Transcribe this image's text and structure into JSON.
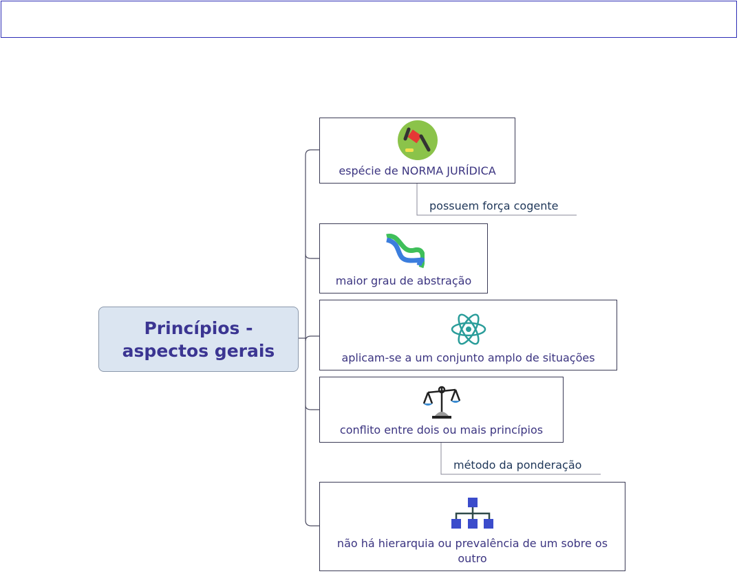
{
  "central": {
    "line1": "Princípios -",
    "line2": "aspectos gerais"
  },
  "nodes": [
    {
      "label": "espécie de NORMA JURÍDICA",
      "icon": "gavel-icon",
      "sub": "possuem força cogente"
    },
    {
      "label": "maior grau de abstração",
      "icon": "dna-icon"
    },
    {
      "label": "aplicam-se a um conjunto amplo de situações",
      "icon": "atom-icon"
    },
    {
      "label": "conflito entre dois ou mais princípios",
      "icon": "scales-icon",
      "sub": "método da ponderação"
    },
    {
      "label": "não há hierarquia ou prevalência de um sobre os outro",
      "icon": "hierarchy-icon"
    }
  ],
  "colors": {
    "central_fill": "#dbe5f1",
    "text": "#3b3480",
    "frame": "#2b2bb5"
  }
}
